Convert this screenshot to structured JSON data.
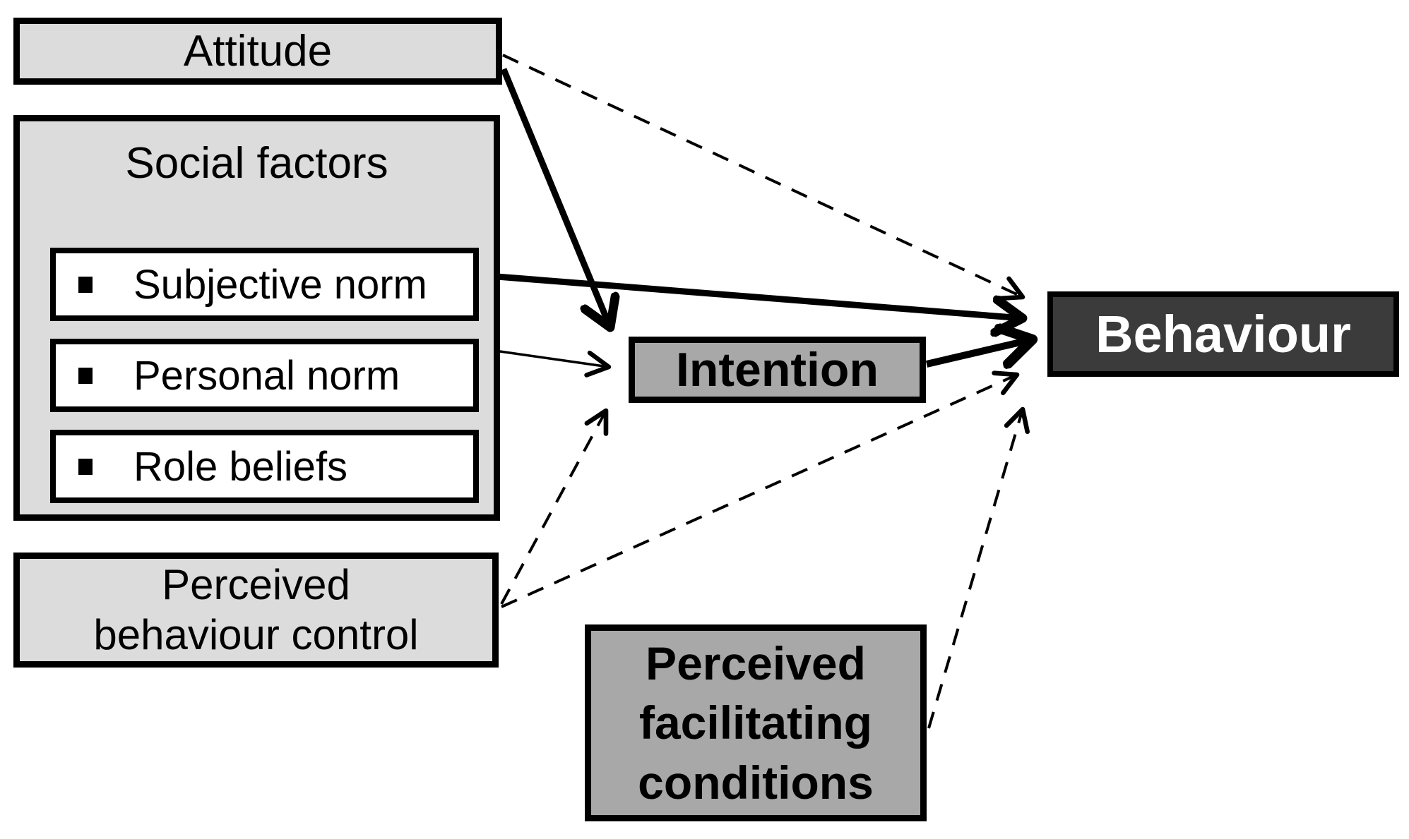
{
  "diagram": {
    "kind": "concept-model",
    "colors": {
      "background": "#ffffff",
      "node_light_fill": "#dcdcdc",
      "node_mid_fill": "#a8a8a8",
      "node_dark_fill": "#3b3b3b",
      "border": "#000000",
      "text_dark": "#000000",
      "text_light": "#ffffff"
    },
    "nodes": {
      "attitude": {
        "label": "Attitude"
      },
      "social_factors": {
        "label": "Social factors",
        "items": [
          "Subjective norm",
          "Personal norm",
          "Role beliefs"
        ]
      },
      "perceived_behaviour_control": {
        "lines": [
          "Perceived",
          "behaviour control"
        ]
      },
      "intention": {
        "label": "Intention"
      },
      "perceived_facilitating_conditions": {
        "lines": [
          "Perceived",
          "facilitating",
          "conditions"
        ]
      },
      "behaviour": {
        "label": "Behaviour"
      }
    },
    "edges": [
      {
        "from": "attitude",
        "to": "behaviour",
        "style": "dashed-thin"
      },
      {
        "from": "attitude",
        "to": "intention",
        "style": "solid-thick"
      },
      {
        "from": "subjective_norm",
        "to": "behaviour",
        "style": "solid-thick"
      },
      {
        "from": "personal_norm",
        "to": "intention",
        "style": "solid-thin"
      },
      {
        "from": "perceived_behaviour_control",
        "to": "intention",
        "style": "dashed-thin"
      },
      {
        "from": "perceived_behaviour_control",
        "to": "behaviour",
        "style": "dashed-thin"
      },
      {
        "from": "intention",
        "to": "behaviour",
        "style": "solid-thick"
      },
      {
        "from": "perceived_facilitating_conditions",
        "to": "behaviour",
        "style": "dashed-thin"
      }
    ]
  }
}
